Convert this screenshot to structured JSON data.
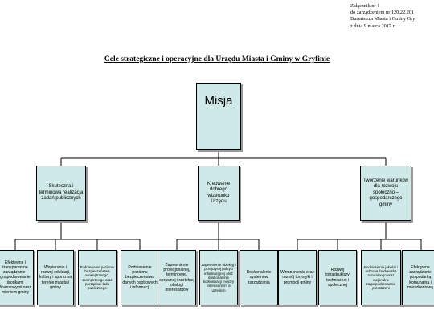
{
  "attachment": {
    "line1": "Załącznik nr 1",
    "line2": "do zarządzeniem nr 120.22.201",
    "line3": "Burmistrza Miasta i Gminy Gry",
    "line4": "z dnia 9 marca 2017 r."
  },
  "title": "Cele strategiczne i operacyjne dla Urzędu Miasta i Gminy w Gryfinie",
  "diagram": {
    "root": "Misja",
    "strategic": [
      {
        "label": "Skuteczna i terminowa realizacja zadań publicznych",
        "operational": [
          "Efektywne i transparentne zarządzanie i gospodarowanie środkami finansowymi oraz mieniem gminy",
          "Wspieranie i rozwój edukacji, kultury i sportu na terenie miasta i gminy",
          "Podniesienie poziomu bezpieczeństwa wewnętrznego, zewnętrznego oraz porządku i ładu publicznego",
          "Podniesienie poziomu bezpieczeństwa danych osobowych i informacji"
        ]
      },
      {
        "label": "Kreowanie dobrego wizerunku Urzędu",
        "operational": [
          "Zapewnienie profesjonalnej, terminowej, sprawnej i rzetelnej obsługi interesantów",
          "Zapewnienie obiektyj i przejrzysej polityki informacyjnej oraz doskonalenie komunikacji między interesantem a urzędem",
          "Doskonalenie systemów zarządzania"
        ]
      },
      {
        "label": "Tworzenie warunków dla rozwoju społeczno – gospodarczego gminy",
        "operational": [
          "Wzmocnienie oraz rozwój turystyki i promocji gminy",
          "Rozwój infrastruktury technicznej i społecznej",
          "Podniesienie jakości i ochrona środowiska naturalnego oraz racjonalne zagospodarowanie przestrzeni",
          "Efektywne zarządzanie gospodarką komunalną i mieszkaniową"
        ]
      }
    ]
  }
}
